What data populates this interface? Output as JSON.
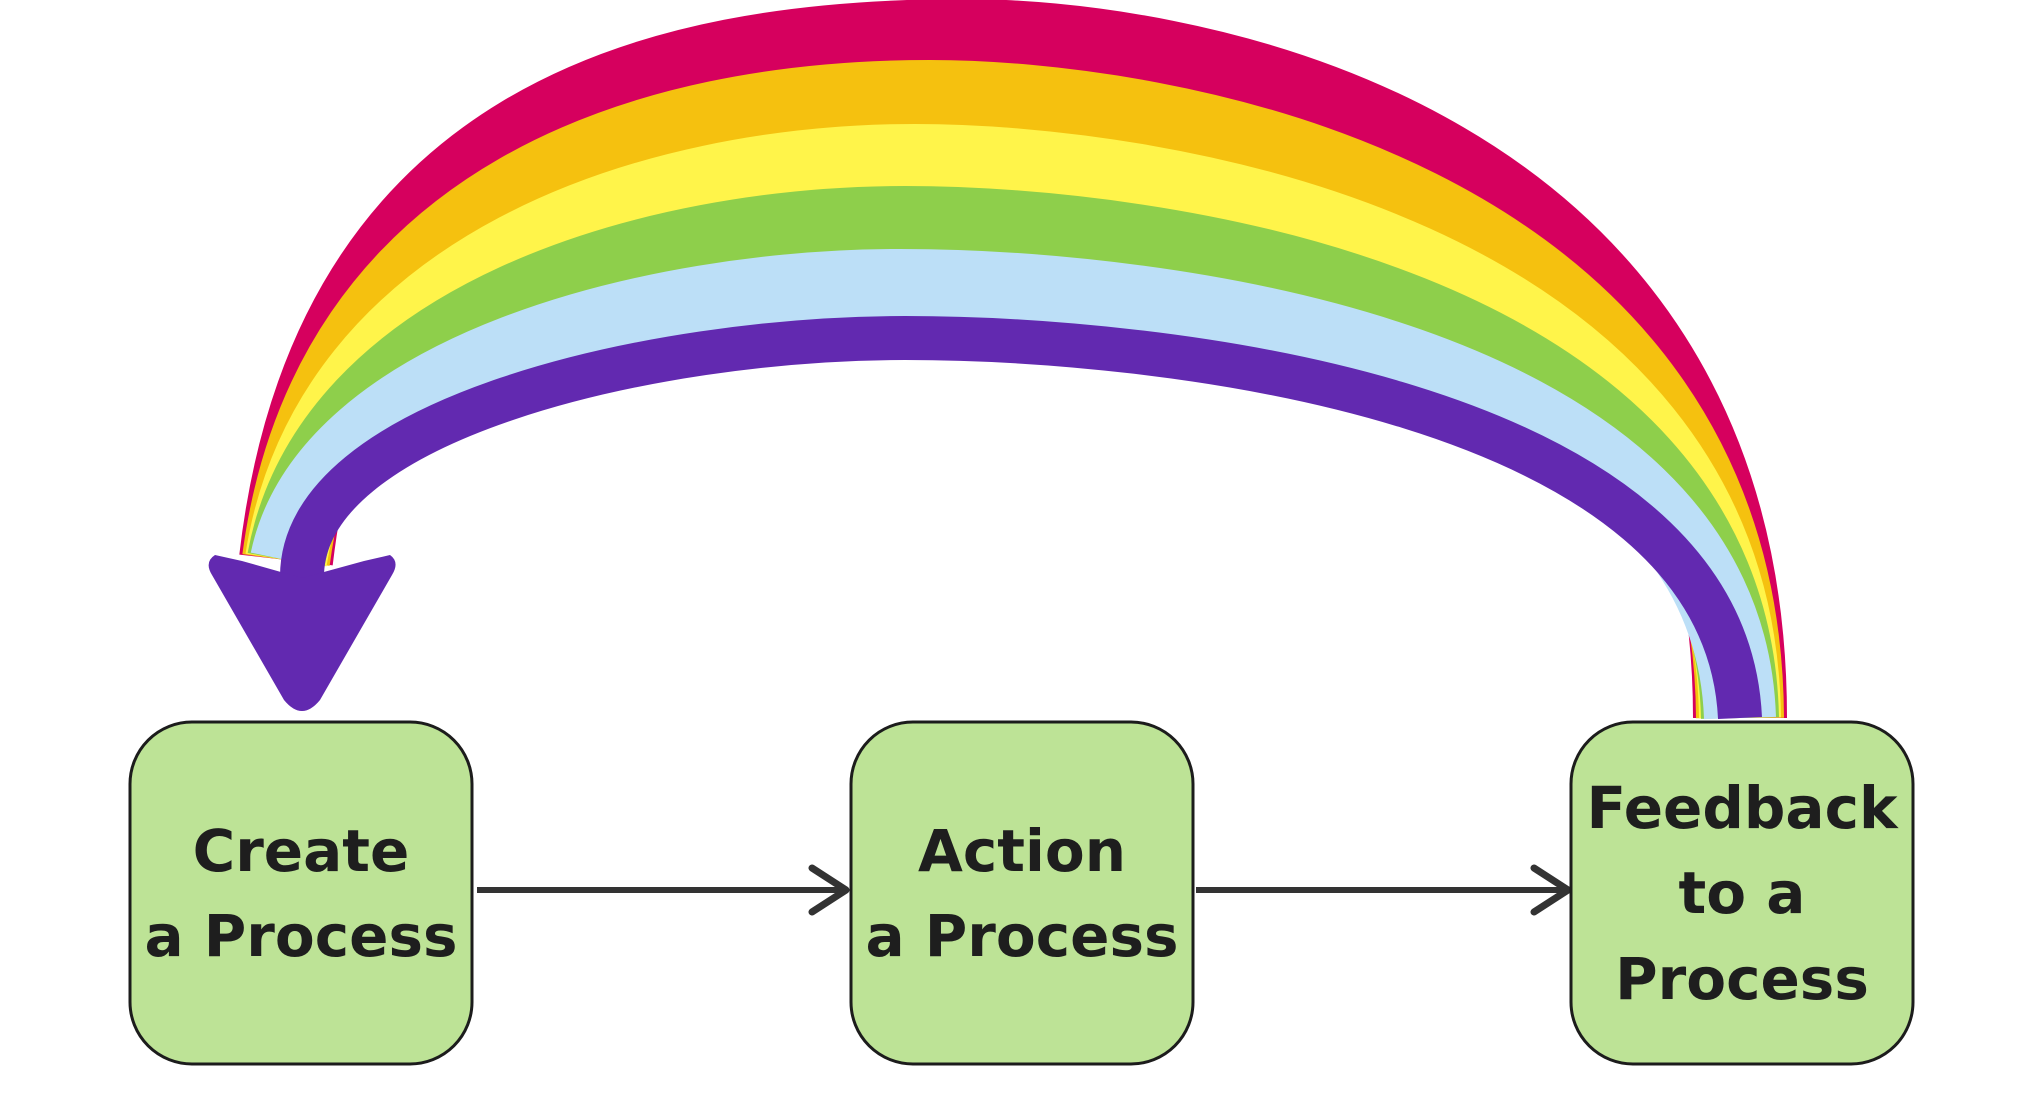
{
  "diagram": {
    "nodes": [
      {
        "id": "create",
        "lines": [
          "Create",
          "a Process"
        ]
      },
      {
        "id": "action",
        "lines": [
          "Action",
          "a Process"
        ]
      },
      {
        "id": "feedback",
        "lines": [
          "Feedback",
          "to a",
          "Process"
        ]
      }
    ],
    "edges": [
      {
        "from": "create",
        "to": "action"
      },
      {
        "from": "action",
        "to": "feedback"
      },
      {
        "from": "feedback",
        "to": "create",
        "style": "rainbow-arc"
      }
    ]
  },
  "colors": {
    "background": "#ffffff",
    "node_fill": "#bde396",
    "node_border": "#1c1c1c",
    "node_text": "#1e1e1e",
    "arrow": "#333333",
    "rainbow": [
      "#d6005e",
      "#f5c10f",
      "#fff44a",
      "#8ecf4b",
      "#bcdff7",
      "#6229b0"
    ]
  }
}
